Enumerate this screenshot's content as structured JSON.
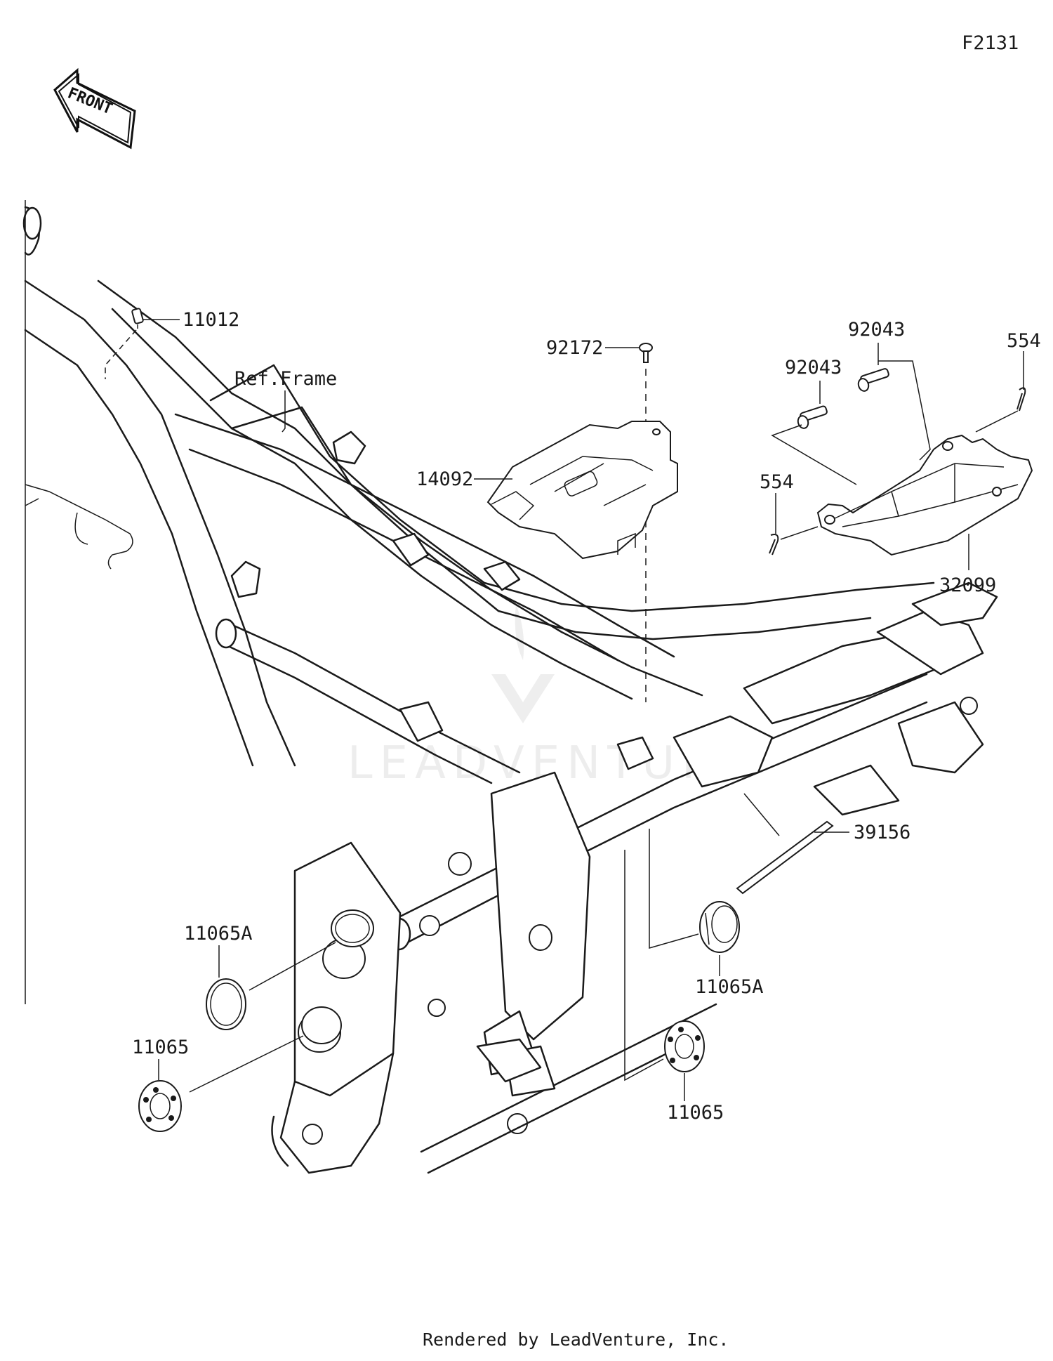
{
  "diagram_code": "F2131",
  "front_label": "FRONT",
  "reference_label": "Ref.Frame",
  "watermark": "LEADVENTURE",
  "callouts": {
    "p11012": "11012",
    "p92172": "92172",
    "p14092": "14092",
    "p92043_top": "92043",
    "p92043_left": "92043",
    "p554_top": "554",
    "p554_left": "554",
    "p32099": "32099",
    "p39156": "39156",
    "p11065A_left": "11065A",
    "p11065_left": "11065",
    "p11065A_right": "11065A",
    "p11065_right": "11065"
  },
  "footer": "Rendered by LeadVenture, Inc."
}
